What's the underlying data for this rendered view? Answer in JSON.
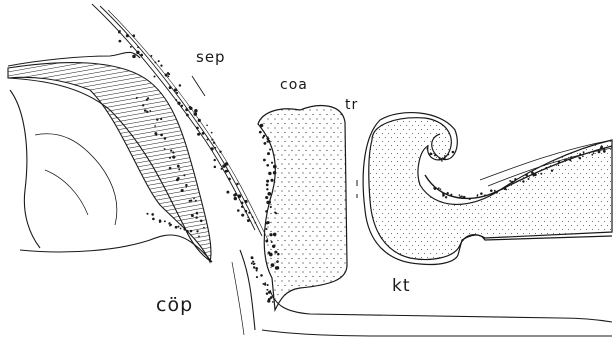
{
  "labels": {
    "sep": "sep",
    "coa": "coa",
    "tr": "tr",
    "kt": "kt",
    "cop": "cöp"
  },
  "colors": {
    "ink": "#1a1a1a",
    "paper": "#ffffff"
  }
}
